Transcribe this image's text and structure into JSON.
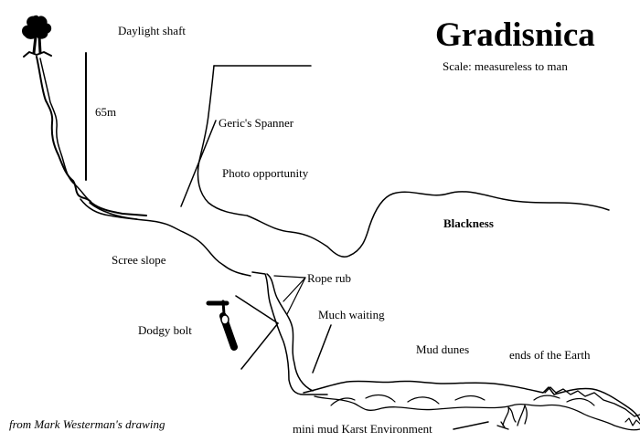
{
  "diagram": {
    "title": "Gradisnica",
    "scale": "Scale: measureless to man",
    "credit": "from Mark Westerman's drawing",
    "labels": {
      "daylight_shaft": "Daylight shaft",
      "depth": "65m",
      "gerics_spanner": "Geric's Spanner",
      "photo_opportunity": "Photo opportunity",
      "blackness": "Blackness",
      "scree_slope": "Scree slope",
      "rope_rub": "Rope rub",
      "much_waiting": "Much  waiting",
      "dodgy_bolt": "Dodgy bolt",
      "mud_dunes": "Mud dunes",
      "ends_of_earth": "ends of the Earth",
      "mini_karst": "mini mud Karst Environment"
    }
  }
}
